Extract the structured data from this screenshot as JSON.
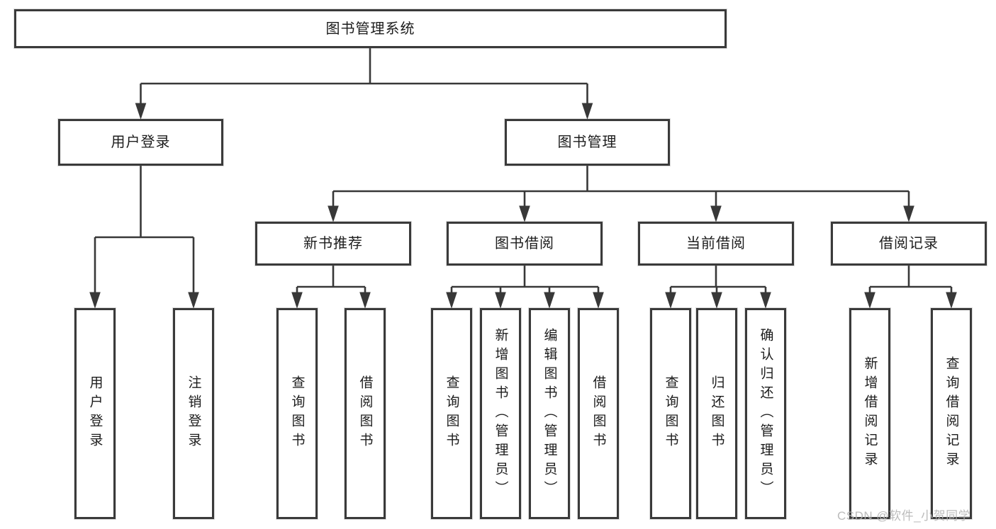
{
  "tree": {
    "root": "图书管理系统",
    "branches": [
      {
        "label": "用户登录",
        "children": [
          "用户登录",
          "注销登录"
        ]
      },
      {
        "label": "图书管理",
        "groups": [
          {
            "label": "新书推荐",
            "children": [
              "查询图书",
              "借阅图书"
            ]
          },
          {
            "label": "图书借阅",
            "children": [
              "查询图书",
              "新增图书（管理员）",
              "编辑图书（管理员）",
              "借阅图书"
            ]
          },
          {
            "label": "当前借阅",
            "children": [
              "查询图书",
              "归还图书",
              "确认归还（管理员）"
            ]
          },
          {
            "label": "借阅记录",
            "children": [
              "新增借阅记录",
              "查询借阅记录"
            ]
          }
        ]
      }
    ]
  },
  "watermark": "CSDN @软件_小贺同学",
  "colors": {
    "line": "#383838",
    "border": "#3a3a3a",
    "text": "#1c1c1c",
    "watermark": "#b5b5b5",
    "background": "#ffffff"
  }
}
